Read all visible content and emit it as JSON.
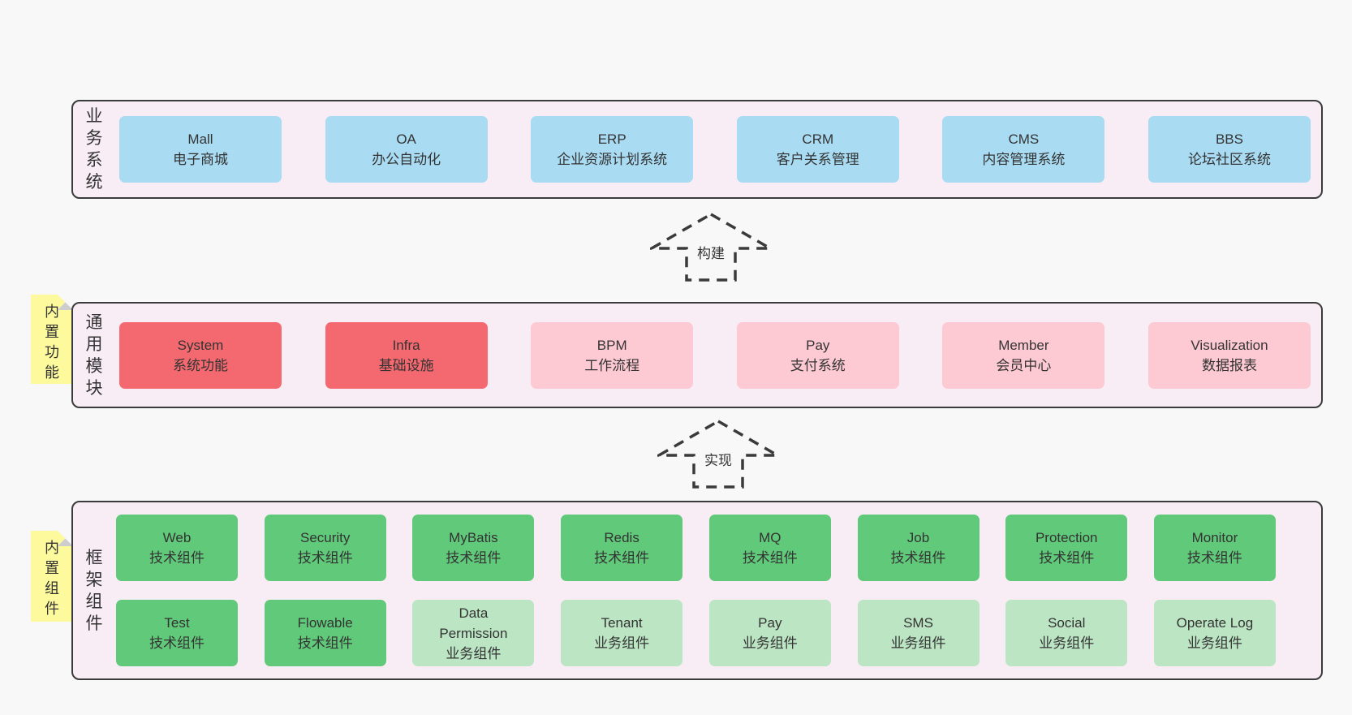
{
  "palette": {
    "page-bg": "#f8f8f8",
    "layer-bg": "#f8edf5",
    "layer-border": "#3b3b3b",
    "box-blue": "#a9dbf2",
    "box-red": "#f4696f",
    "box-pink": "#fdc9d2",
    "box-green": "#61c97a",
    "box-lightgreen": "#bce5c4",
    "note-bg": "#fdfa9e",
    "note-fold": "#cdcdcd",
    "arrow-line": "#3a3a3a",
    "text": "#333333"
  },
  "layers": [
    {
      "label": "业务系统",
      "boxes": [
        {
          "en": "Mall",
          "zh": "电子商城",
          "variant": "c-blue"
        },
        {
          "en": "OA",
          "zh": "办公自动化",
          "variant": "c-blue"
        },
        {
          "en": "ERP",
          "zh": "企业资源计划系统",
          "variant": "c-blue"
        },
        {
          "en": "CRM",
          "zh": "客户关系管理",
          "variant": "c-blue"
        },
        {
          "en": "CMS",
          "zh": "内容管理系统",
          "variant": "c-blue"
        },
        {
          "en": "BBS",
          "zh": "论坛社区系统",
          "variant": "c-blue"
        }
      ]
    },
    {
      "label": "通用模块",
      "note": "内置功能",
      "boxes": [
        {
          "en": "System",
          "zh": "系统功能",
          "variant": "c-red"
        },
        {
          "en": "Infra",
          "zh": "基础设施",
          "variant": "c-red"
        },
        {
          "en": "BPM",
          "zh": "工作流程",
          "variant": "c-pink"
        },
        {
          "en": "Pay",
          "zh": "支付系统",
          "variant": "c-pink"
        },
        {
          "en": "Member",
          "zh": "会员中心",
          "variant": "c-pink"
        },
        {
          "en": "Visualization",
          "zh": "数据报表",
          "variant": "c-pink"
        }
      ]
    },
    {
      "label": "框架组件",
      "note": "内置组件",
      "rows": [
        [
          {
            "en": "Web",
            "zh": "技术组件",
            "variant": "c-green"
          },
          {
            "en": "Security",
            "zh": "技术组件",
            "variant": "c-green"
          },
          {
            "en": "MyBatis",
            "zh": "技术组件",
            "variant": "c-green"
          },
          {
            "en": "Redis",
            "zh": "技术组件",
            "variant": "c-green"
          },
          {
            "en": "MQ",
            "zh": "技术组件",
            "variant": "c-green"
          },
          {
            "en": "Job",
            "zh": "技术组件",
            "variant": "c-green"
          },
          {
            "en": "Protection",
            "zh": "技术组件",
            "variant": "c-green"
          },
          {
            "en": "Monitor",
            "zh": "技术组件",
            "variant": "c-green"
          }
        ],
        [
          {
            "en": "Test",
            "zh": "技术组件",
            "variant": "c-green"
          },
          {
            "en": "Flowable",
            "zh": "技术组件",
            "variant": "c-green"
          },
          {
            "en": "Data Permission",
            "zh": "业务组件",
            "variant": "c-lightgreen"
          },
          {
            "en": "Tenant",
            "zh": "业务组件",
            "variant": "c-lightgreen"
          },
          {
            "en": "Pay",
            "zh": "业务组件",
            "variant": "c-lightgreen"
          },
          {
            "en": "SMS",
            "zh": "业务组件",
            "variant": "c-lightgreen"
          },
          {
            "en": "Social",
            "zh": "业务组件",
            "variant": "c-lightgreen"
          },
          {
            "en": "Operate Log",
            "zh": "业务组件",
            "variant": "c-lightgreen"
          }
        ]
      ]
    }
  ],
  "arrows": [
    {
      "label": "构建"
    },
    {
      "label": "实现"
    }
  ]
}
